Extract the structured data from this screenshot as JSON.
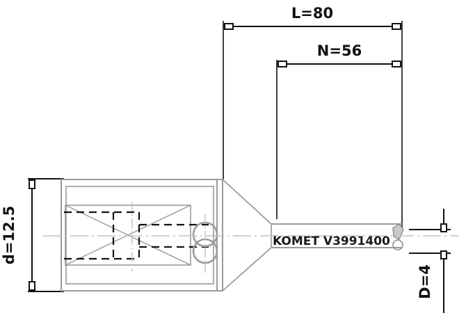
{
  "drawing": {
    "title": "Tool holder technical drawing",
    "background_color": "#ffffff",
    "line_color": "#111111",
    "body_color": "#999999",
    "hidden_line_color": "#111111",
    "center_line_color": "#bfbfbf"
  },
  "dimensions": {
    "overall_length": {
      "label": "L=80",
      "name": "L",
      "value": "80",
      "orientation": "horizontal",
      "position": "top"
    },
    "neck_length": {
      "label": "N=56",
      "name": "N",
      "value": "56",
      "orientation": "horizontal",
      "position": "top"
    },
    "body_diameter": {
      "label": "d=12.5",
      "name": "d",
      "value": "12.5",
      "orientation": "vertical",
      "position": "left"
    },
    "shaft_diameter": {
      "label": "D=4",
      "name": "D",
      "value": "4",
      "orientation": "vertical",
      "position": "right"
    }
  },
  "part_marking": {
    "brand": "KOMET",
    "article_number": "V3991400",
    "full_text": "KOMET  V3991400"
  }
}
